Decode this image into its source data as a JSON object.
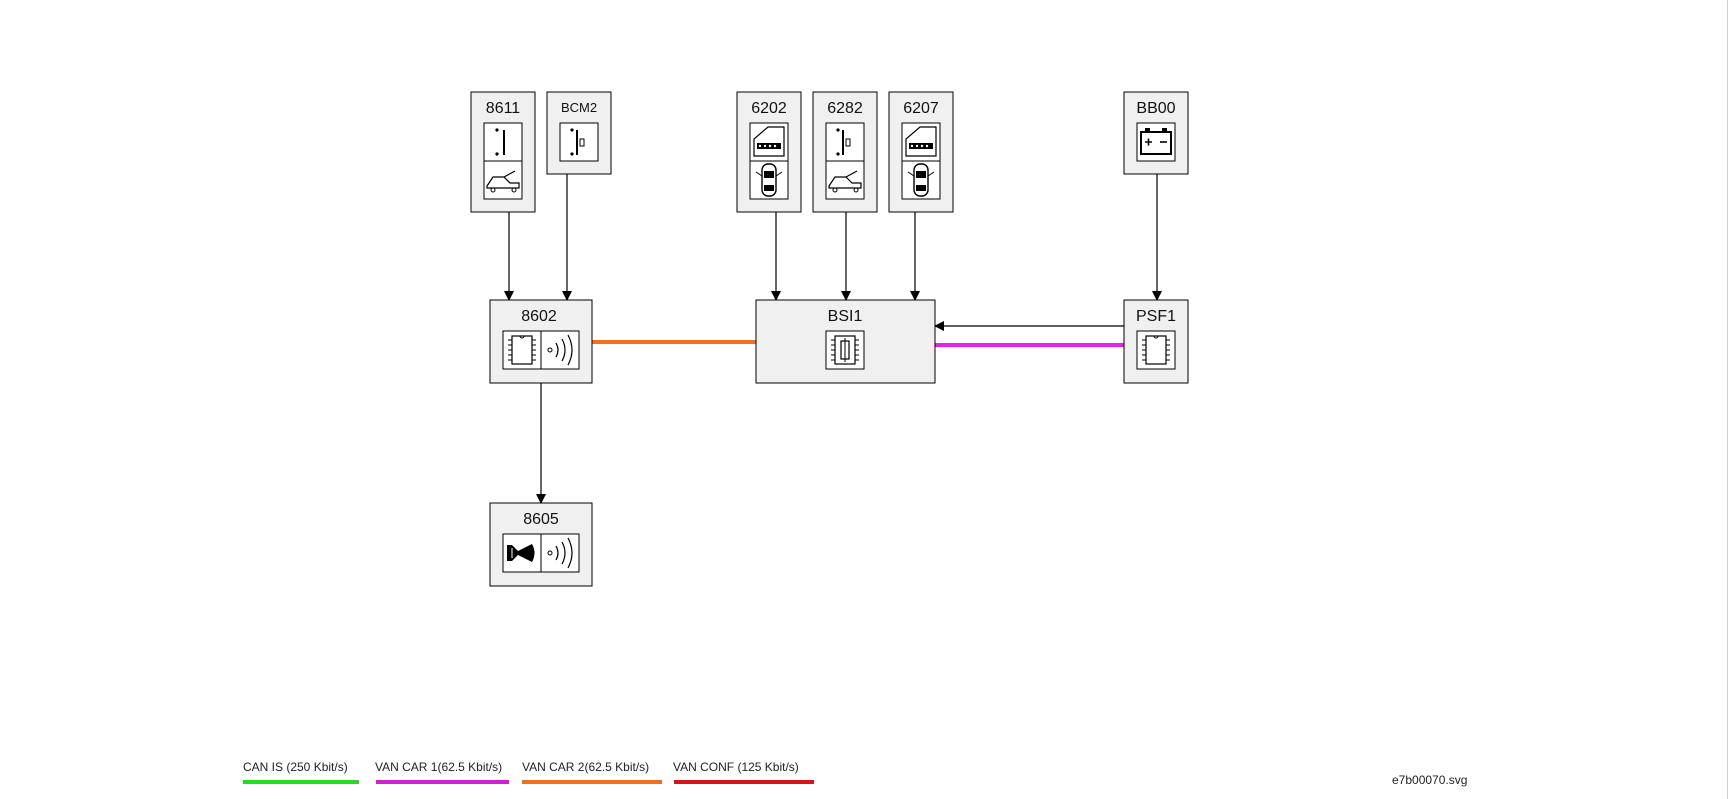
{
  "diagram": {
    "nodes": {
      "n8611": "8611",
      "bcm2": "BCM2",
      "n6202": "6202",
      "n6282": "6282",
      "n6207": "6207",
      "bb00": "BB00",
      "n8602": "8602",
      "bsi1": "BSI1",
      "psf1": "PSF1",
      "n8605": "8605"
    },
    "icons": {
      "n8611": [
        "switch-icon",
        "car-trunk-icon"
      ],
      "bcm2": [
        "switch-icon"
      ],
      "n6202": [
        "door-panel-icon",
        "car-top-view-icon"
      ],
      "n6282": [
        "switch-icon",
        "car-trunk-icon"
      ],
      "n6207": [
        "door-panel-icon",
        "car-top-view-icon"
      ],
      "bb00": [
        "battery-icon"
      ],
      "n8602": [
        "ecu-chip-icon",
        "wireless-signal-icon"
      ],
      "bsi1": [
        "fuse-icon"
      ],
      "psf1": [
        "ecu-chip-icon"
      ],
      "n8605": [
        "horn-icon",
        "wireless-signal-icon"
      ]
    },
    "bus_colors": {
      "van_car2": "#f07020",
      "van_car1": "#e820e8"
    }
  },
  "legend": [
    {
      "label": "CAN IS (250 Kbit/s)",
      "color": "#22dd22"
    },
    {
      "label": "VAN CAR 1(62.5 Kbit/s)",
      "color": "#d020d0"
    },
    {
      "label": "VAN CAR 2(62.5 Kbit/s)",
      "color": "#f07020"
    },
    {
      "label": "VAN CONF (125 Kbit/s)",
      "color": "#dd1111"
    }
  ],
  "filename": "e7b00070.svg"
}
